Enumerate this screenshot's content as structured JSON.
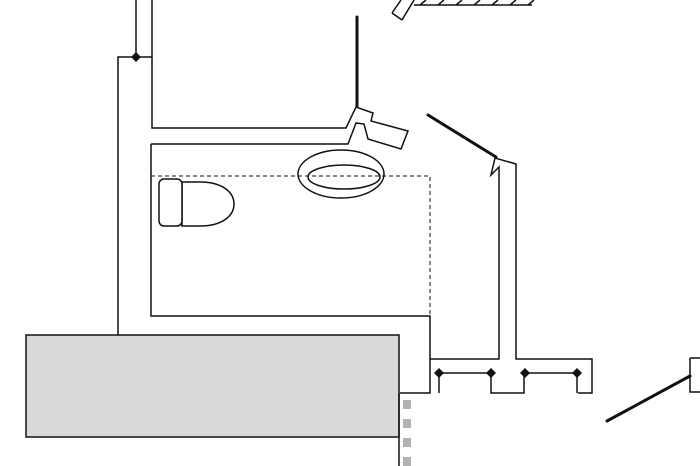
{
  "colors": {
    "background": "#ffffff",
    "line": "#111111",
    "fill_block": "#d9d9d9",
    "marker_gray": "#b3b3b3"
  },
  "elements": {
    "toilet": "toilet-icon",
    "washbasin": "washbasin-icon",
    "door_leaves": "door-swing-lines",
    "wall_markers": "diamond-markers",
    "counter_block": "gray-block"
  }
}
